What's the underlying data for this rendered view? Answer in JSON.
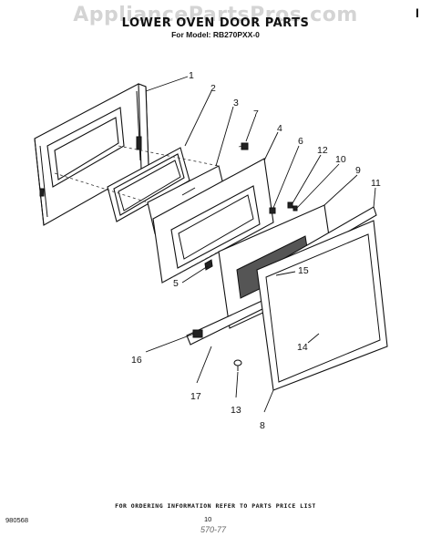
{
  "header": {
    "title": "LOWER OVEN DOOR PARTS",
    "subtitle": "For Model: RB270PXX-0",
    "watermark": "AppliancePartsPros.com",
    "corner_mark": "I"
  },
  "callouts": [
    "1",
    "2",
    "3",
    "7",
    "4",
    "6",
    "12",
    "10",
    "9",
    "11",
    "15",
    "5",
    "16",
    "14",
    "17",
    "13",
    "8"
  ],
  "footer": {
    "note": "FOR ORDERING INFORMATION REFER TO PARTS PRICE LIST",
    "doc_number": "980568",
    "page_number": "10",
    "scribble": "570-77"
  }
}
